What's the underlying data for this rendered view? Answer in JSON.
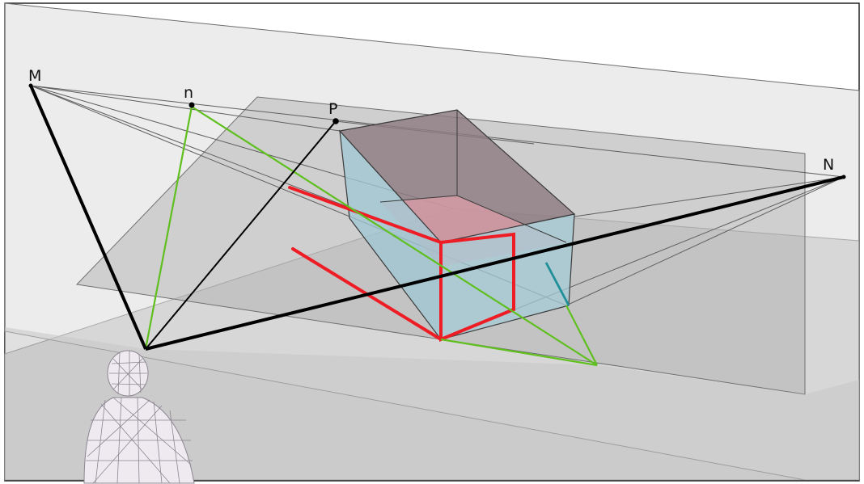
{
  "diagram": {
    "labels": {
      "M": "M",
      "n": "n",
      "P": "P",
      "N": "N"
    },
    "colors": {
      "frame_border": "#222222",
      "ground_plane": "#cfcfcf",
      "picture_plane": "#d9d9d9",
      "horizon_plane": "#9a9a9a",
      "box_top": "#8a7a80",
      "box_side": "#9fc6d2",
      "box_inner_floor": "#e7a3ad",
      "construction_red": "#ee1c24",
      "construction_green": "#5fbf1f",
      "construction_black": "#000000",
      "projection_teal": "#1f8f98",
      "figure_mesh": "#8b8590"
    },
    "elements": [
      "ground-plane",
      "picture-plane",
      "horizon-plane",
      "box",
      "observer-figure",
      "construction-lines"
    ]
  }
}
